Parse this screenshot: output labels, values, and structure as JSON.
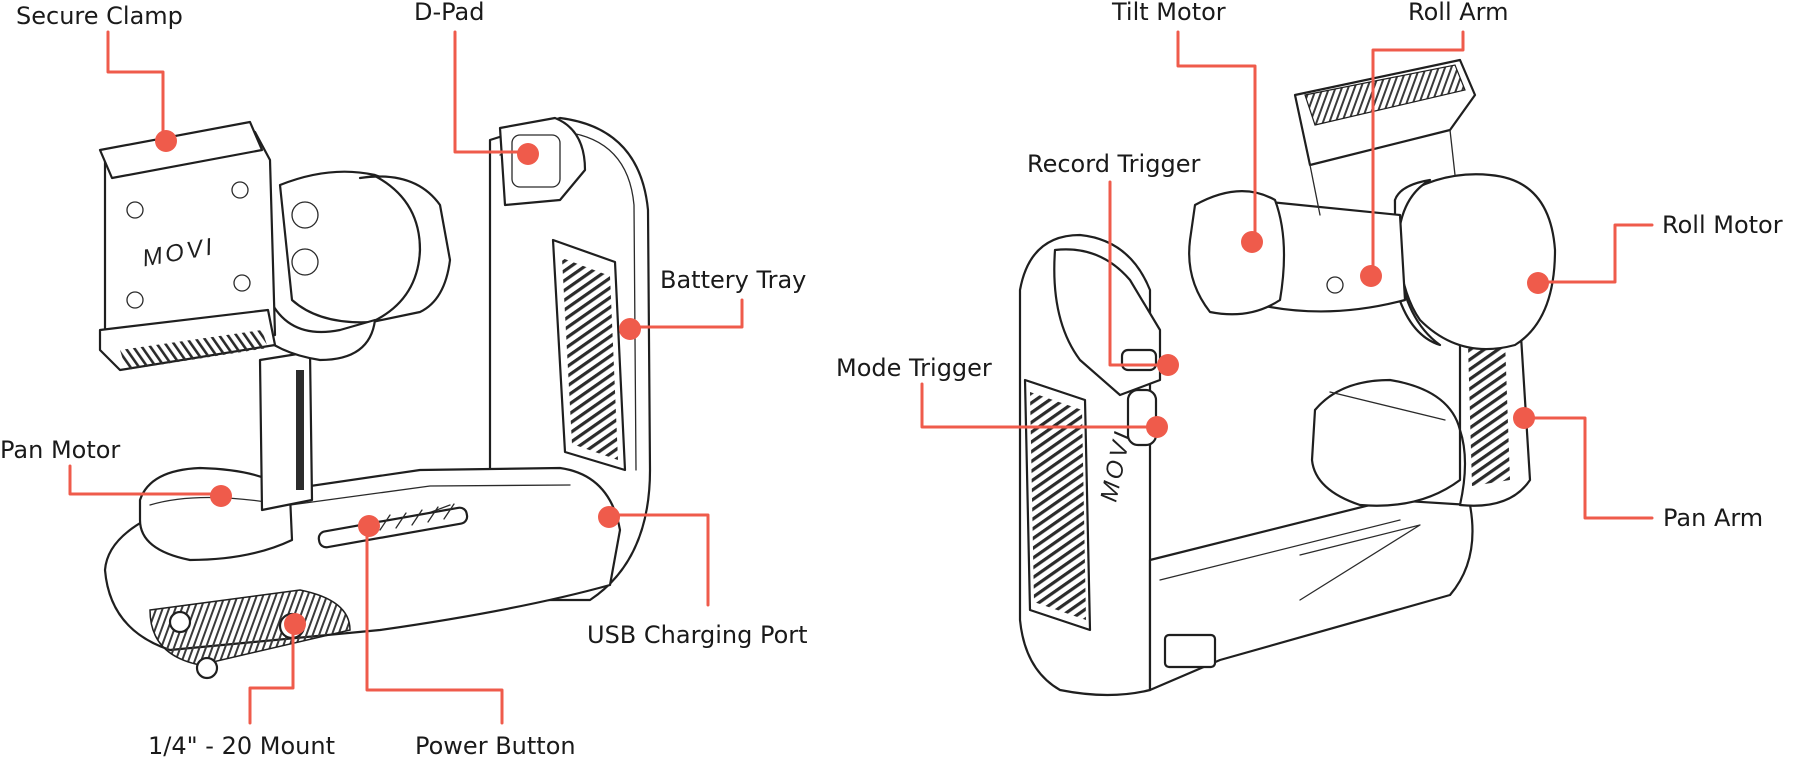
{
  "colors": {
    "accent": "#ef5b4b",
    "line": "#1f1f1f"
  },
  "device_logo": "MOVI",
  "labels": {
    "secure_clamp": "Secure Clamp",
    "d_pad": "D-Pad",
    "battery_tray": "Battery Tray",
    "pan_motor_left": "Pan Motor",
    "usb_charging_port": "USB Charging Port",
    "mount": "1/4\" - 20 Mount",
    "power_button": "Power Button",
    "tilt_motor": "Tilt Motor",
    "roll_arm": "Roll Arm",
    "record_trigger": "Record Trigger",
    "roll_motor": "Roll Motor",
    "mode_trigger": "Mode Trigger",
    "pan_arm": "Pan Arm"
  }
}
